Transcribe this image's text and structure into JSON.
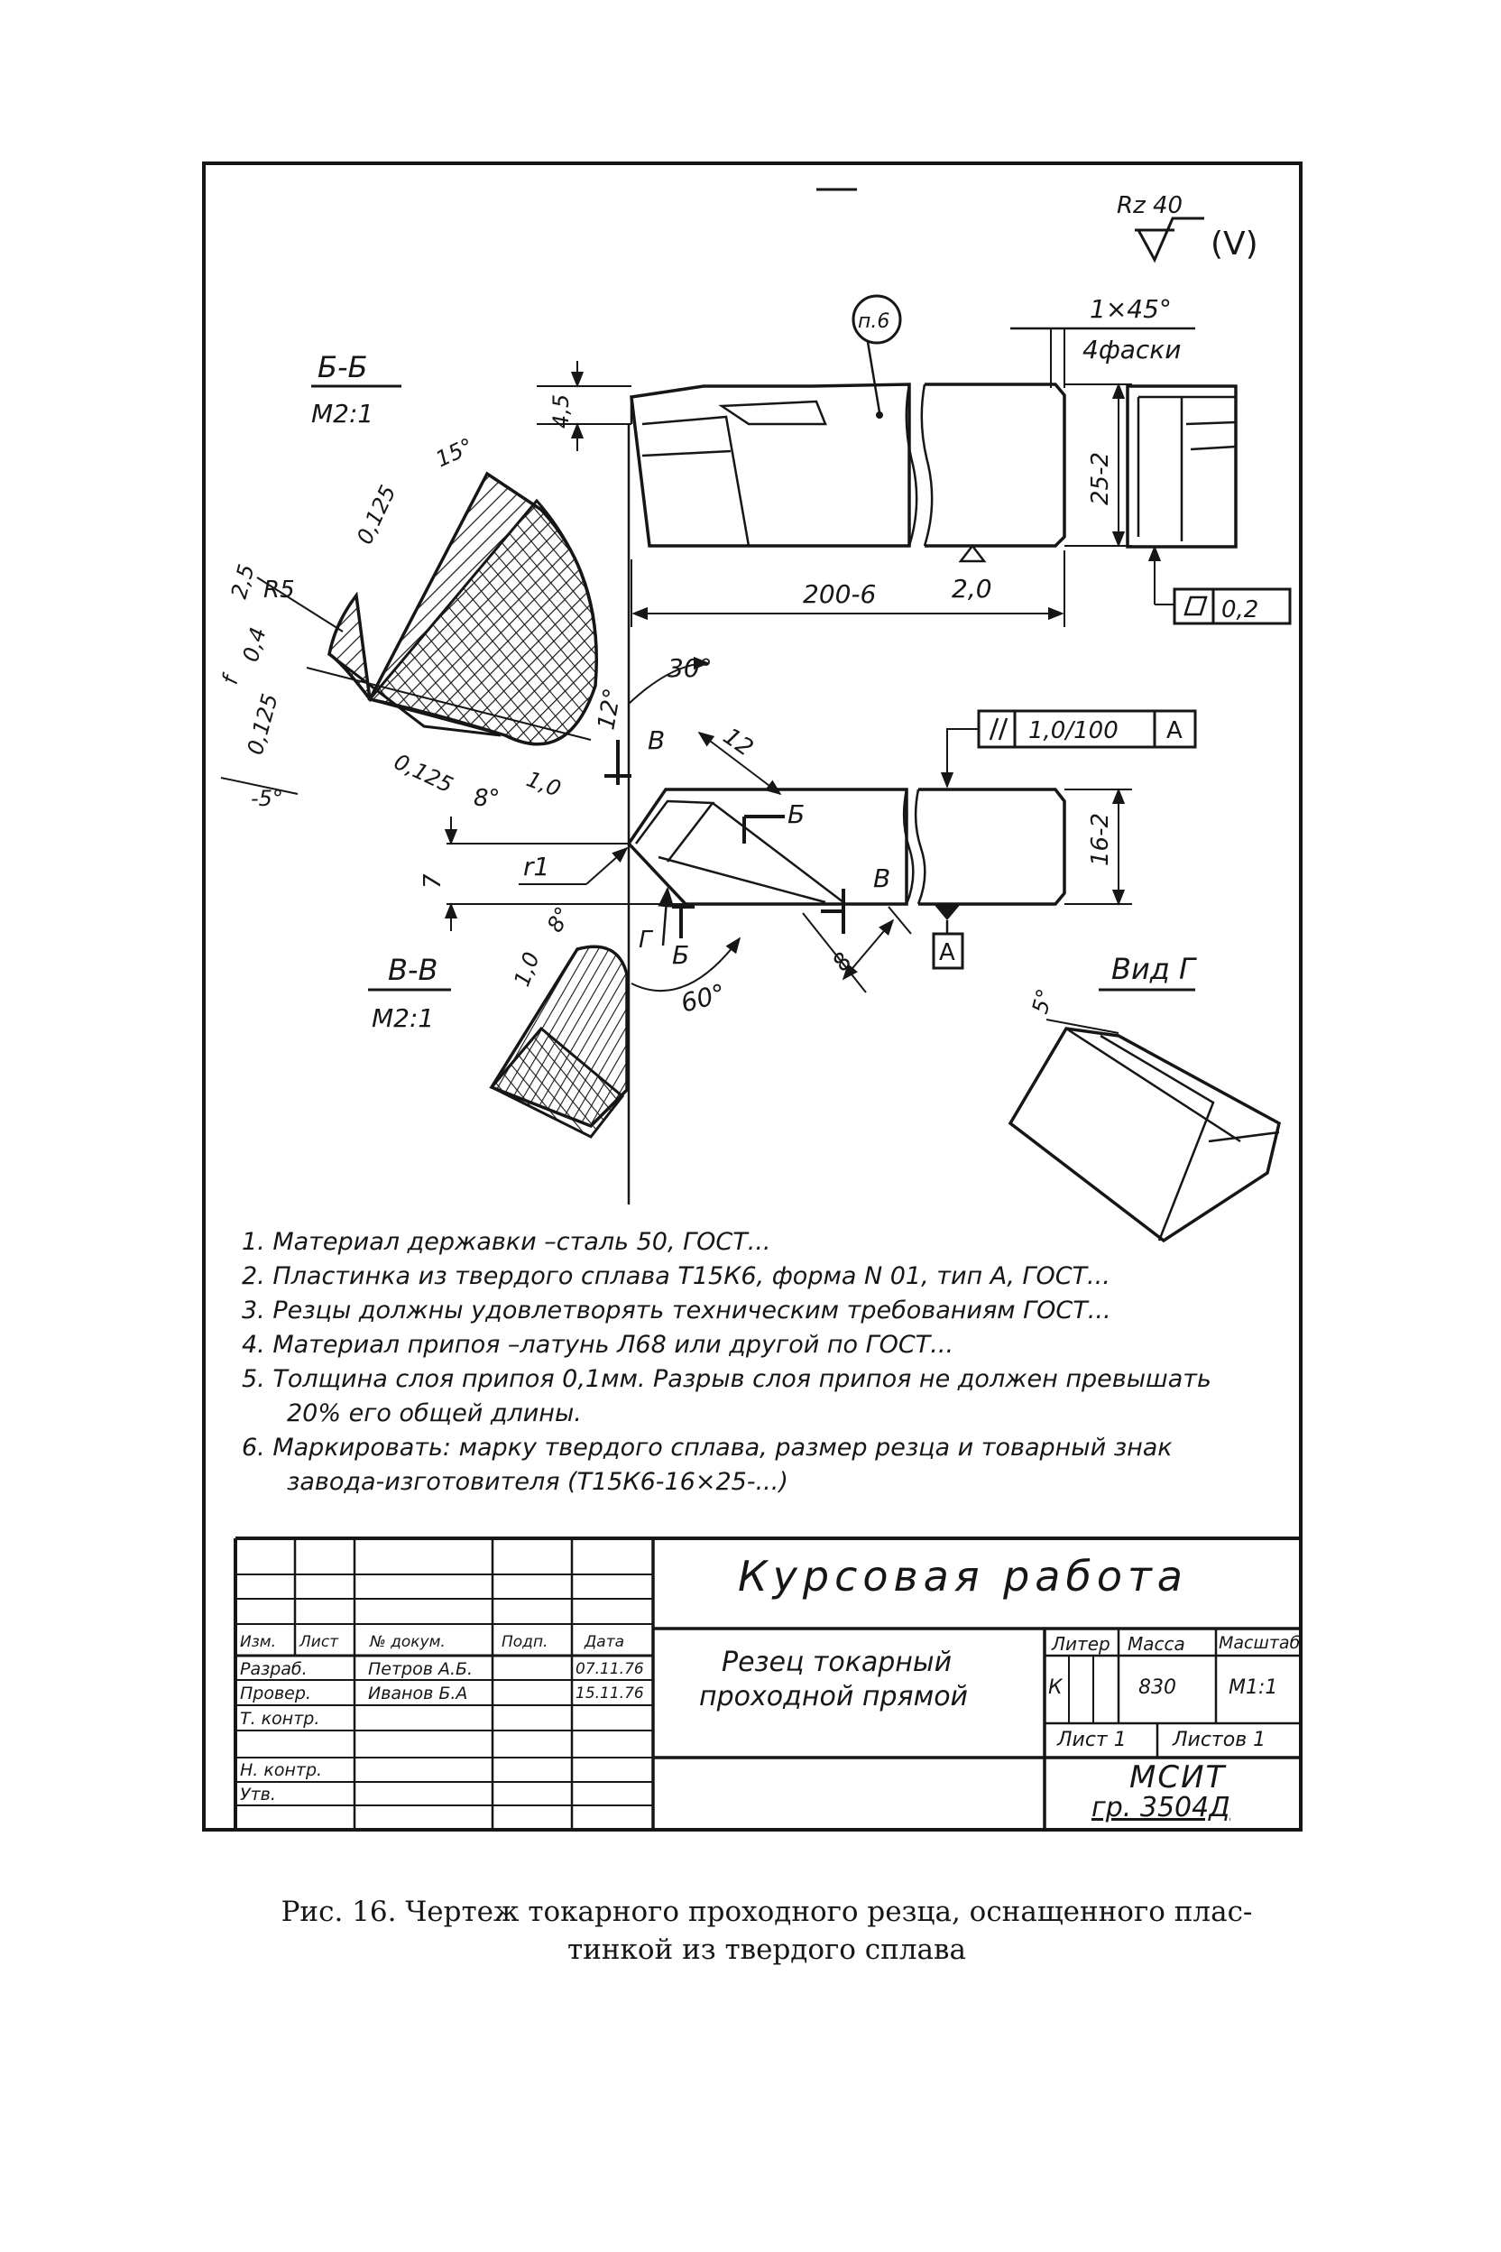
{
  "drawing": {
    "surface_finish": {
      "param": "Rz 40",
      "general": "(V)"
    },
    "callout_p6": "п.6",
    "chamfer": {
      "size": "1×45°",
      "note": "4фаски"
    },
    "section_bb": {
      "label": "Б-Б",
      "scale": "М2:1"
    },
    "section_vv": {
      "label": "В-В",
      "scale": "М2:1"
    },
    "view_g": {
      "label": "Вид Г"
    },
    "dims": {
      "d4_5": "4,5",
      "d25": "25-2",
      "d200": "200-6",
      "d2_0": "2,0",
      "flat_val": "0,2",
      "angle_30": "30°",
      "d12": "12",
      "par_val": "1,0/100",
      "datum": "A",
      "d16": "16-2",
      "d7": "7",
      "r1": "r1",
      "d8": "8",
      "angle_60": "60°",
      "cut_b": "В",
      "cut_bb": "Б",
      "arrow_g": "Г",
      "s15": "15°",
      "s0125a": "0,125",
      "s2_5": "2,5",
      "sR5": "R5",
      "s0_4": "0,4",
      "sf": "f",
      "s0125b": "0,125",
      "s_5": "-5°",
      "s0125c": "0,125",
      "s8": "8°",
      "s1_0": "1,0",
      "s12": "12°",
      "v1_0": "1,0",
      "v8": "8°",
      "vg5": "5°"
    }
  },
  "notes": [
    "1. Материал державки –сталь 50, ГОСТ...",
    "2. Пластинка из твердого сплава Т15К6, форма N 01, тип А, ГОСТ...",
    "3. Резцы должны удовлетворять техническим требованиям ГОСТ...",
    "4. Материал припоя –латунь Л68 или другой по ГОСТ...",
    "5. Толщина слоя припоя 0,1мм. Разрыв слоя припоя не должен превышать",
    "20% его общей длины.",
    "6. Маркировать: марку твердого сплава, размер резца и товарный знак",
    "завода-изготовителя (Т15К6-16×25-...)"
  ],
  "title_block": {
    "course_title": "Курсовая работа",
    "part_name_1": "Резец токарный",
    "part_name_2": "проходной прямой",
    "headers": {
      "izm": "Изм.",
      "list": "Лист",
      "doc": "№ докум.",
      "sign": "Подп.",
      "date": "Дата"
    },
    "rows": [
      {
        "role": "Разраб.",
        "name": "Петров А.Б.",
        "date": "07.11.76"
      },
      {
        "role": "Провер.",
        "name": "Иванов Б.А",
        "date": "15.11.76"
      },
      {
        "role": "Т. контр.",
        "name": "",
        "date": ""
      },
      {
        "role": "Н. контр.",
        "name": "",
        "date": ""
      },
      {
        "role": "Утв.",
        "name": "",
        "date": ""
      }
    ],
    "liter_label": "Литер",
    "liter_value": "К",
    "mass_label": "Масса",
    "mass_value": "830",
    "scale_label": "Масштаб",
    "scale_value": "М1:1",
    "sheet": "Лист 1",
    "sheets": "Листов 1",
    "org": "МСИТ",
    "group": "гр. 3504Д"
  },
  "caption": {
    "line1": "Рис. 16. Чертеж токарного проходного резца, оснащенного плас-",
    "line2": "тинкой из твердого сплава"
  }
}
